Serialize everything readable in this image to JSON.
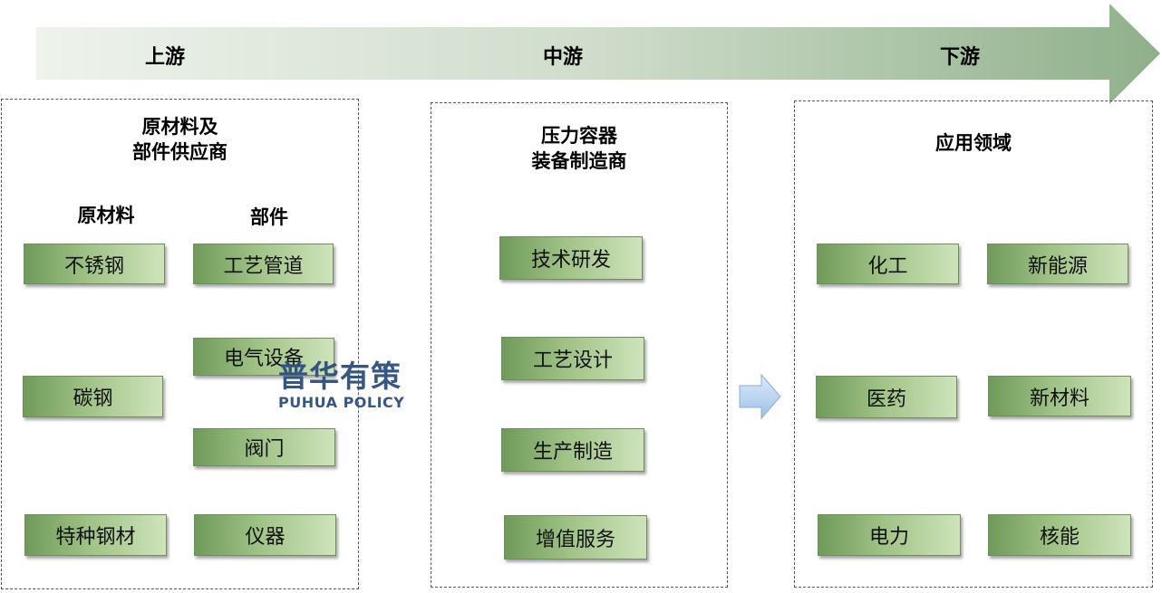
{
  "stages": {
    "upstream": "上游",
    "midstream": "中游",
    "downstream": "下游"
  },
  "upstream_panel": {
    "title_line1": "原材料及",
    "title_line2": "部件供应商",
    "materials_header": "原材料",
    "parts_header": "部件",
    "materials": [
      "不锈钢",
      "碳钢",
      "特种钢材"
    ],
    "parts": [
      "工艺管道",
      "电气设备",
      "阀门",
      "仪器"
    ]
  },
  "midstream_panel": {
    "title_line1": "压力容器",
    "title_line2": "装备制造商",
    "items": [
      "技术研发",
      "工艺设计",
      "生产制造",
      "增值服务"
    ]
  },
  "downstream_panel": {
    "title": "应用领域",
    "items": [
      "化工",
      "新能源",
      "医药",
      "新材料",
      "电力",
      "核能"
    ]
  },
  "watermark": {
    "cn": "普华有策",
    "en": "PUHUA POLICY"
  },
  "colors": {
    "arrow_start": "#eef3ec",
    "arrow_end": "#8fb08a",
    "box_dark": "#6f9a5a",
    "box_light": "#cfe3bb",
    "flow_arrow": "#b9d3ef",
    "watermark": "#2c4f7e"
  },
  "icons": [
    "big-flow-arrow",
    "right-arrow-icon"
  ]
}
